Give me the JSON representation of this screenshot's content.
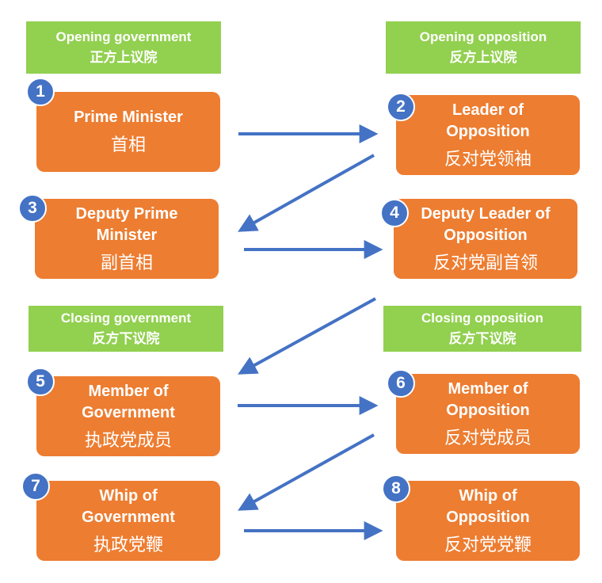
{
  "headers": {
    "opening_government": {
      "en": "Opening government",
      "zh": "正方上议院"
    },
    "opening_opposition": {
      "en": "Opening opposition",
      "zh": "反方上议院"
    },
    "closing_government": {
      "en": "Closing government",
      "zh": "反方下议院"
    },
    "closing_opposition": {
      "en": "Closing opposition",
      "zh": "反方下议院"
    }
  },
  "speakers": [
    {
      "number": "1",
      "en": "Prime Minister",
      "zh": "首相"
    },
    {
      "number": "2",
      "en": "Leader of Opposition",
      "zh": "反对党领袖"
    },
    {
      "number": "3",
      "en": "Deputy Prime Minister",
      "zh": "副首相"
    },
    {
      "number": "4",
      "en": "Deputy Leader of Opposition",
      "zh": "反对党副首领"
    },
    {
      "number": "5",
      "en": "Member of Government",
      "zh": "执政党成员"
    },
    {
      "number": "6",
      "en": "Member of Opposition",
      "zh": "反对党成员"
    },
    {
      "number": "7",
      "en": "Whip of Government",
      "zh": "执政党鞭"
    },
    {
      "number": "8",
      "en": "Whip of Opposition",
      "zh": "反对党党鞭"
    }
  ],
  "colors": {
    "header_fill": "#92d050",
    "box_fill": "#ed7d31",
    "badge_fill": "#4472c4",
    "arrow": "#4472c4"
  }
}
